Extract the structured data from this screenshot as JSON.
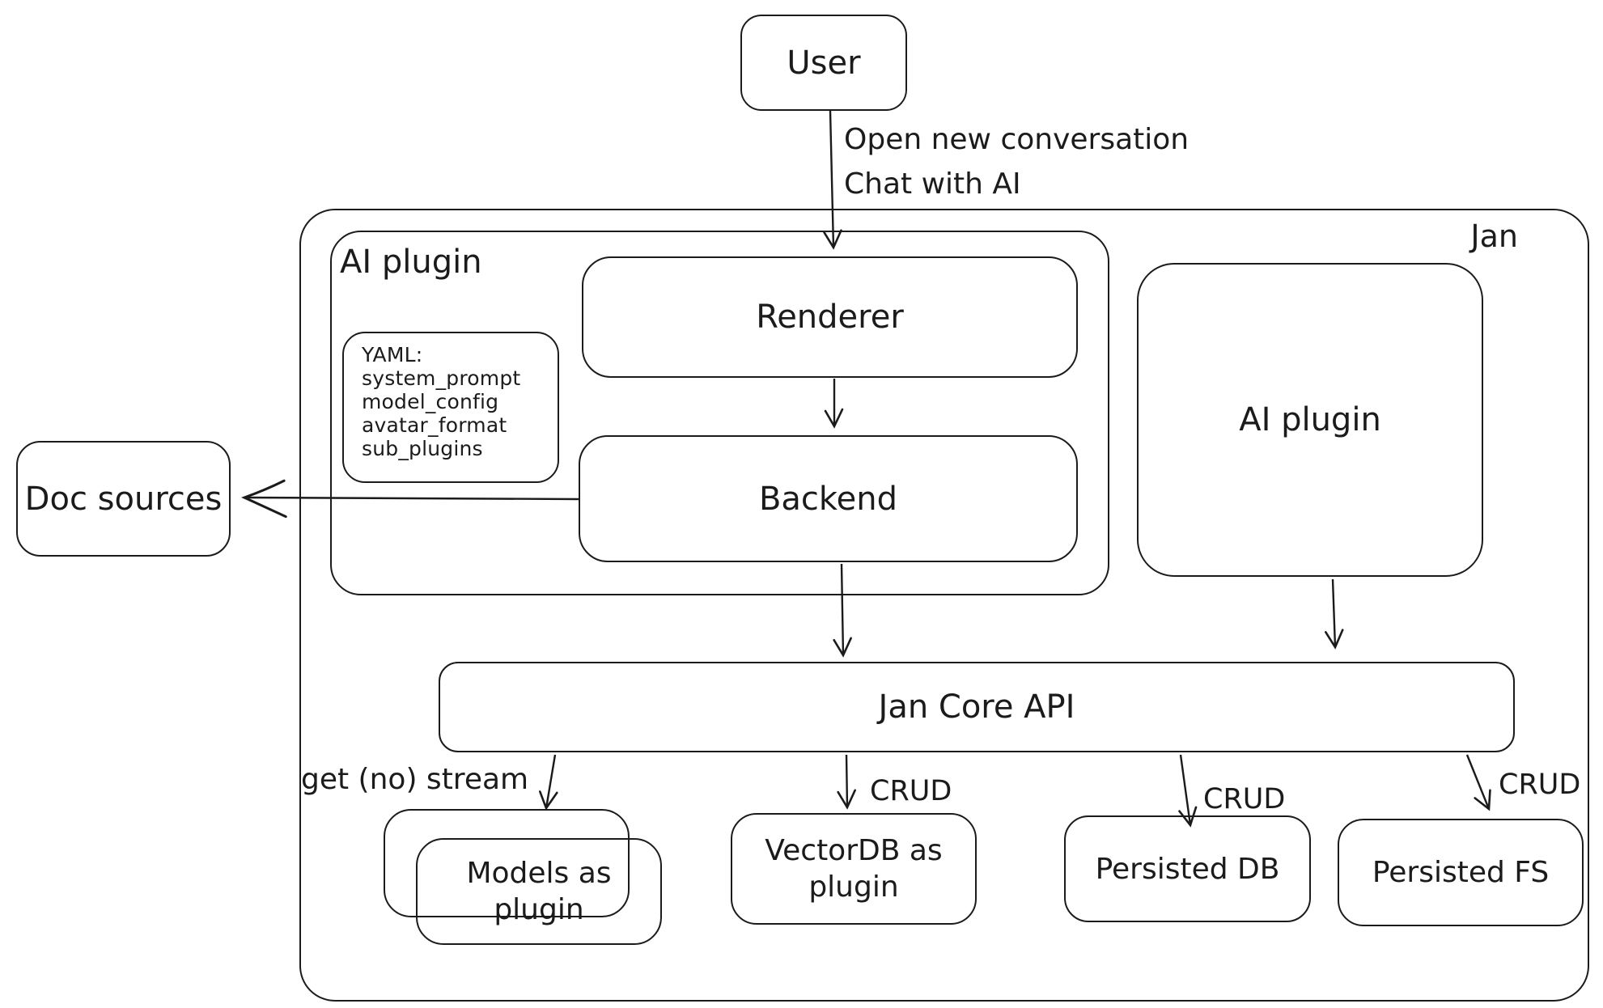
{
  "colors": {
    "stroke": "#1b1b1b",
    "bg": "#ffffff"
  },
  "nodes": {
    "user": "User",
    "jan_frame": "Jan",
    "ai_plugin_container": "AI plugin",
    "yaml_note": {
      "lines": [
        "YAML:",
        "system_prompt",
        "model_config",
        "avatar_format",
        "sub_plugins"
      ]
    },
    "renderer": "Renderer",
    "backend": "Backend",
    "ai_plugin_right": "AI plugin",
    "doc_sources": "Doc sources",
    "jan_core_api": "Jan Core API",
    "models_plugin": "Models as plugin",
    "vectordb_plugin": "VectorDB as plugin",
    "persisted_db": "Persisted DB",
    "persisted_fs": "Persisted FS"
  },
  "edge_labels": {
    "open_conversation": "Open new conversation",
    "chat_with_ai": "Chat with AI",
    "get_no_stream": "get (no) stream",
    "crud_vectordb": "CRUD",
    "crud_persisted_db": "CRUD",
    "crud_persisted_fs": "CRUD"
  }
}
